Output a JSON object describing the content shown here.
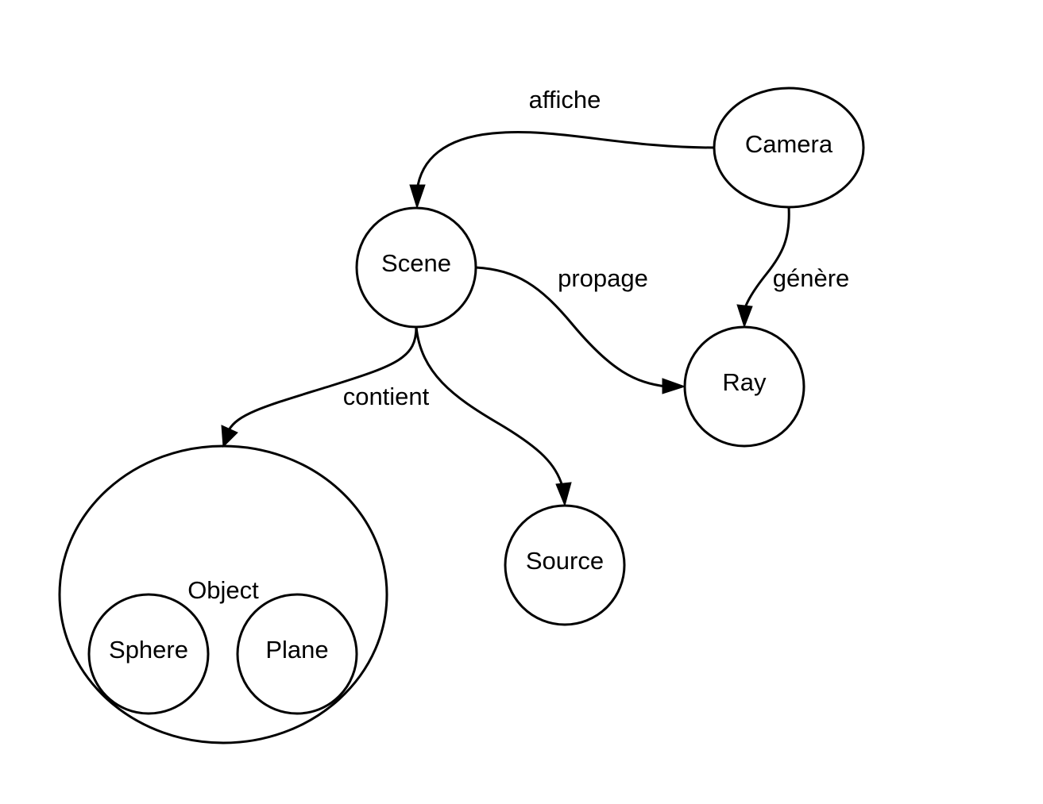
{
  "diagram": {
    "nodes": {
      "camera": "Camera",
      "scene": "Scene",
      "ray": "Ray",
      "object": "Object",
      "sphere": "Sphere",
      "plane": "Plane",
      "source": "Source"
    },
    "edges": {
      "affiche": "affiche",
      "propage": "propage",
      "genere": "génère",
      "contient": "contient"
    }
  }
}
